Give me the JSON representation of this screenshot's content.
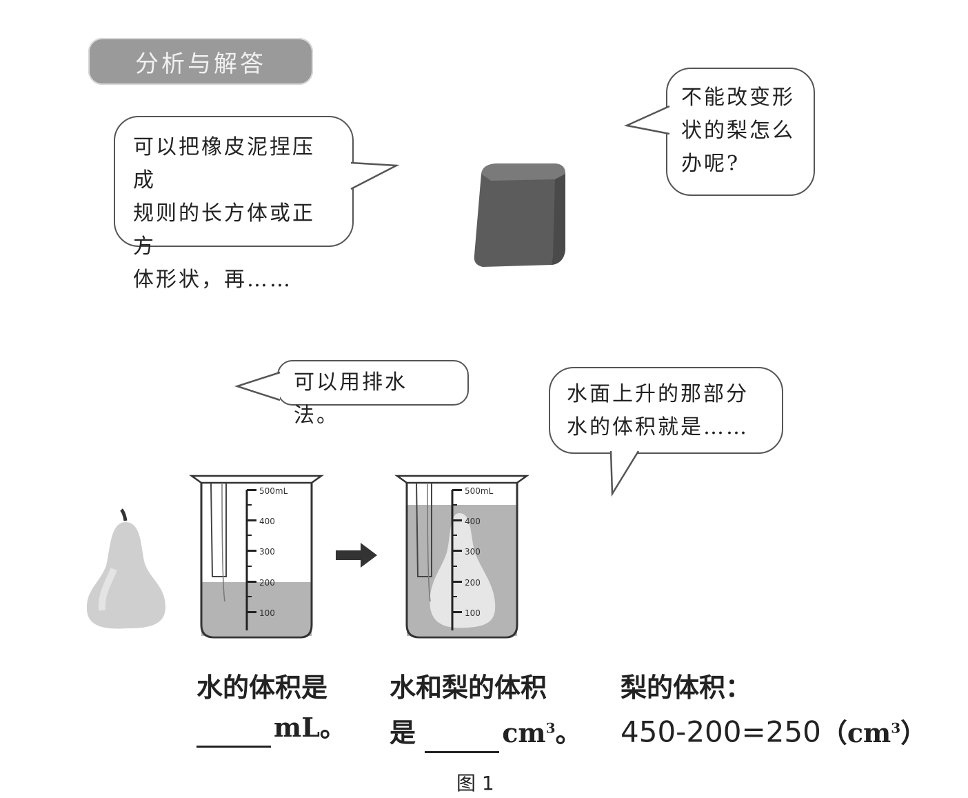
{
  "header": {
    "title": "分析与解答"
  },
  "bubbles": {
    "shape_method": {
      "line1": "可以把橡皮泥捏压成",
      "line2": "规则的长方体或正方",
      "line3": "体形状，再……"
    },
    "pear_question": {
      "line1": "不能改变形",
      "line2": "状的梨怎么",
      "line3": "办呢?"
    },
    "drainage": {
      "text": "可以用排水法。"
    },
    "rising_water": {
      "line1": "水面上升的那部分",
      "line2": "水的体积就是……"
    }
  },
  "beakers": {
    "left": {
      "ticks": [
        "500mL",
        "400",
        "300",
        "200",
        "100"
      ],
      "water_level_ml": 200
    },
    "right": {
      "ticks": [
        "500mL",
        "400",
        "300",
        "200",
        "100"
      ],
      "water_level_ml": 450
    }
  },
  "captions": {
    "water": {
      "line1": "水的体积是",
      "unit": "mL。"
    },
    "water_pear": {
      "line1": "水和梨的体积",
      "line2_prefix": "是",
      "unit_base": "cm",
      "unit_sup": "3",
      "unit_end": "。"
    },
    "pear": {
      "line1": "梨的体积：",
      "formula": "450-200=250",
      "unit_base": "（cm",
      "unit_sup": "3",
      "unit_end": "）"
    }
  },
  "figure_caption": "图 1",
  "colors": {
    "tag_bg": "#9a9a9a",
    "cube": "#5a5a5a",
    "water": "#b4b4b4",
    "pear": "#cfcfcf"
  }
}
